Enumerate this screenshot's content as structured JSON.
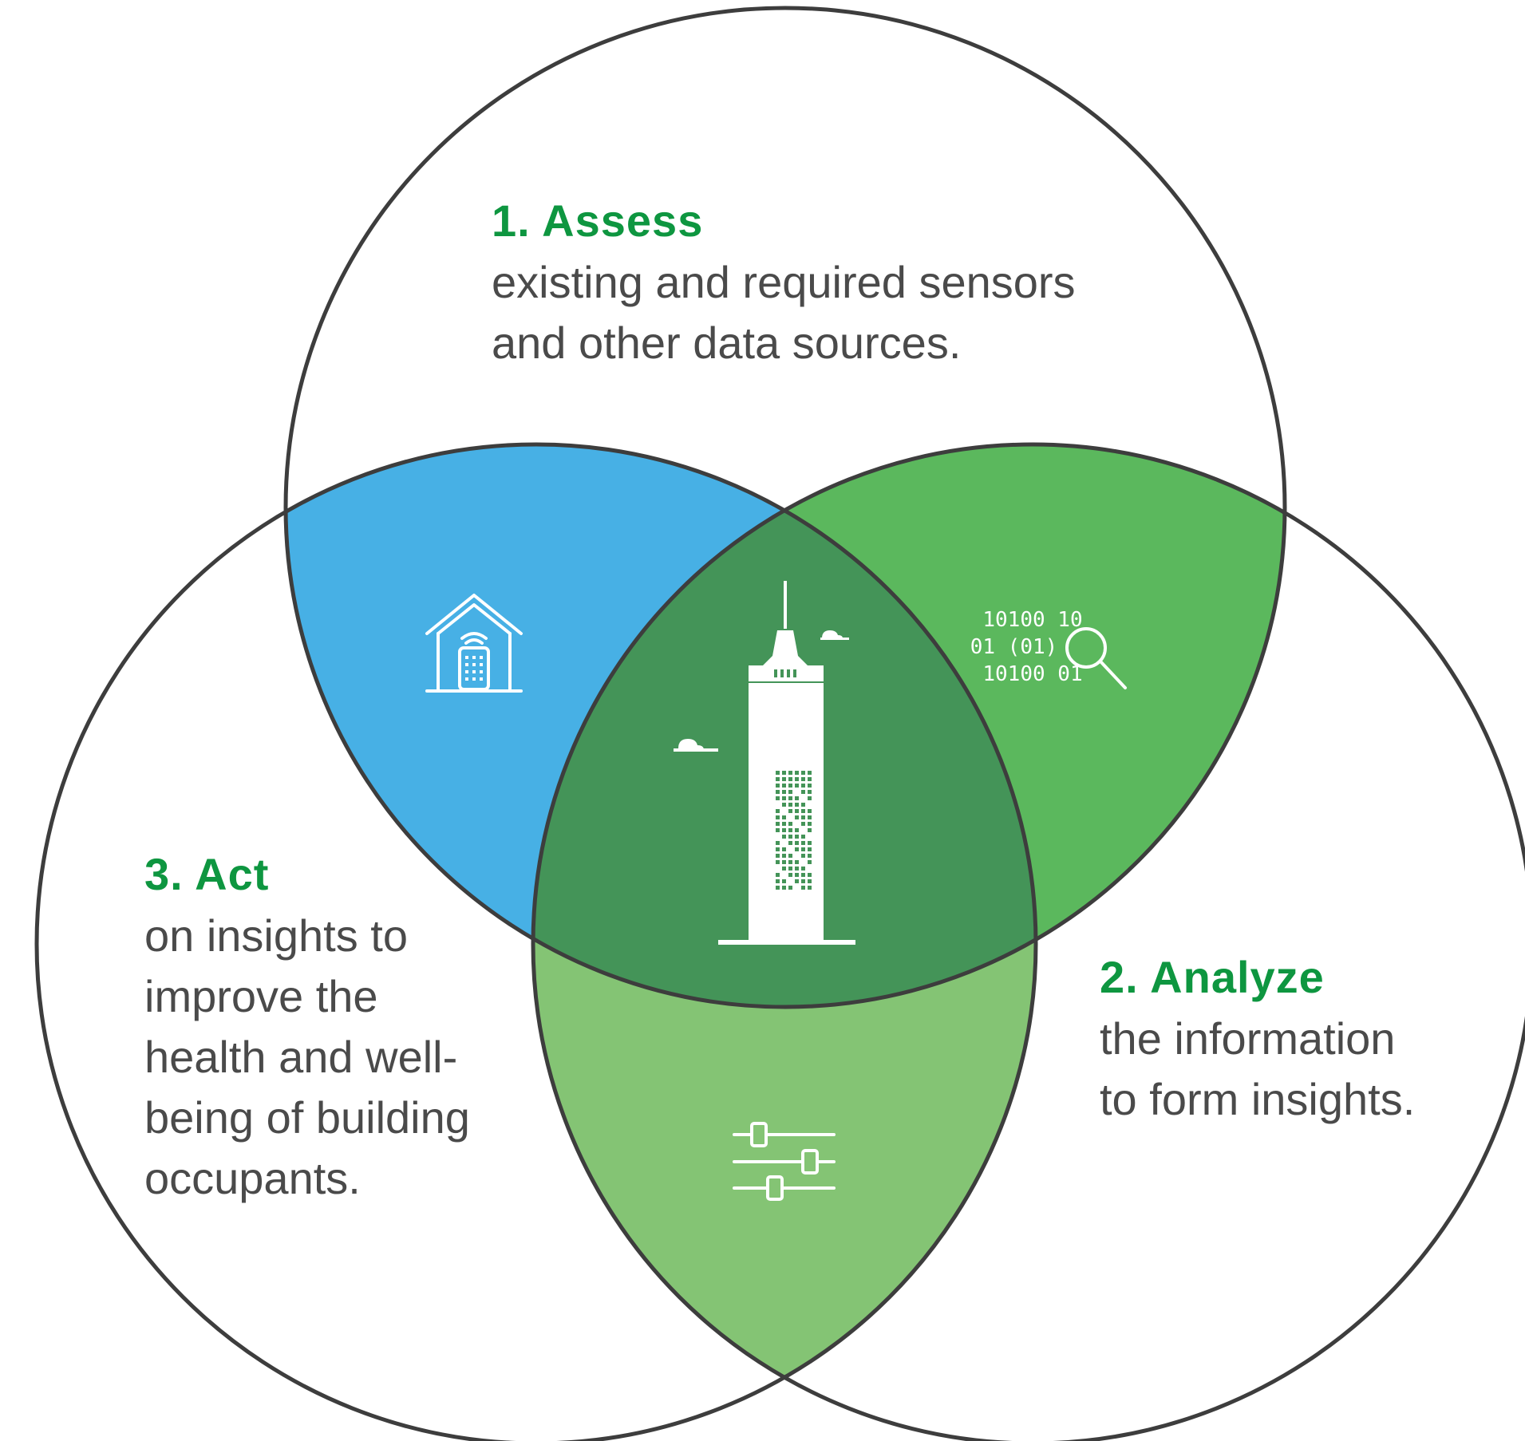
{
  "colors": {
    "outline": "#3d3d3d",
    "assess_act_overlap": "#47b0e5",
    "assess_analyze_overlap": "#5bb85d",
    "analyze_act_overlap": "#84c474",
    "center_overlap": "#449458",
    "heading_green": "#0e9640",
    "body_text": "#4a4a4a",
    "icon": "#ffffff"
  },
  "steps": {
    "assess": {
      "title": "1. Assess",
      "lines": [
        "existing and required sensors",
        "and other data sources."
      ]
    },
    "analyze": {
      "title": "2. Analyze",
      "lines": [
        "the information",
        "to form insights."
      ]
    },
    "act": {
      "title": "3. Act",
      "lines": [
        "on insights to",
        "improve the",
        "health and well-",
        "being of building",
        "occupants."
      ]
    }
  },
  "icons": {
    "assess_act": "smart-home-remote-icon",
    "assess_analyze": "binary-data-search-icon",
    "analyze_act": "control-sliders-icon",
    "center": "skyscraper-building-icon"
  },
  "binary_icon_text": {
    "row1": "10100 10",
    "row2": "01 (01) 01",
    "row3": "10100 01"
  }
}
